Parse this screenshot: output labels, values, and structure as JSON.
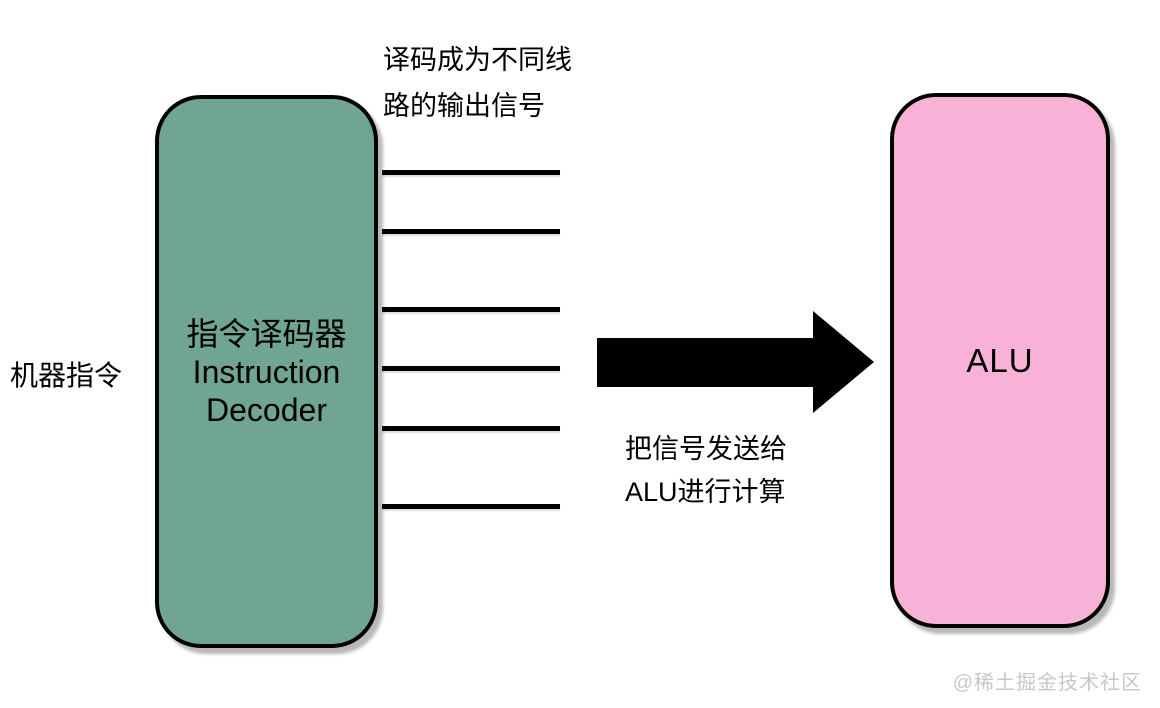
{
  "diagram": {
    "background": "#FFFFFF",
    "machine_instruction_label": "机器指令",
    "decoder": {
      "title_lines": [
        "指令译码器",
        "Instruction",
        "Decoder"
      ],
      "fill": "#6FA592",
      "border_color": "#000000"
    },
    "top_annotation": {
      "lines": [
        "译码成为不同线",
        "路的输出信号"
      ]
    },
    "output_signals": {
      "line_count": 6,
      "color": "#000000"
    },
    "arrow": {
      "color": "#000000"
    },
    "arrow_annotation": {
      "lines": [
        "把信号发送给",
        "ALU进行计算"
      ]
    },
    "alu": {
      "label": "ALU",
      "fill": "#F8B1D7",
      "border_color": "#000000"
    },
    "watermark": {
      "text": "@稀土掘金技术社区",
      "color": "#C8C8C8"
    }
  }
}
